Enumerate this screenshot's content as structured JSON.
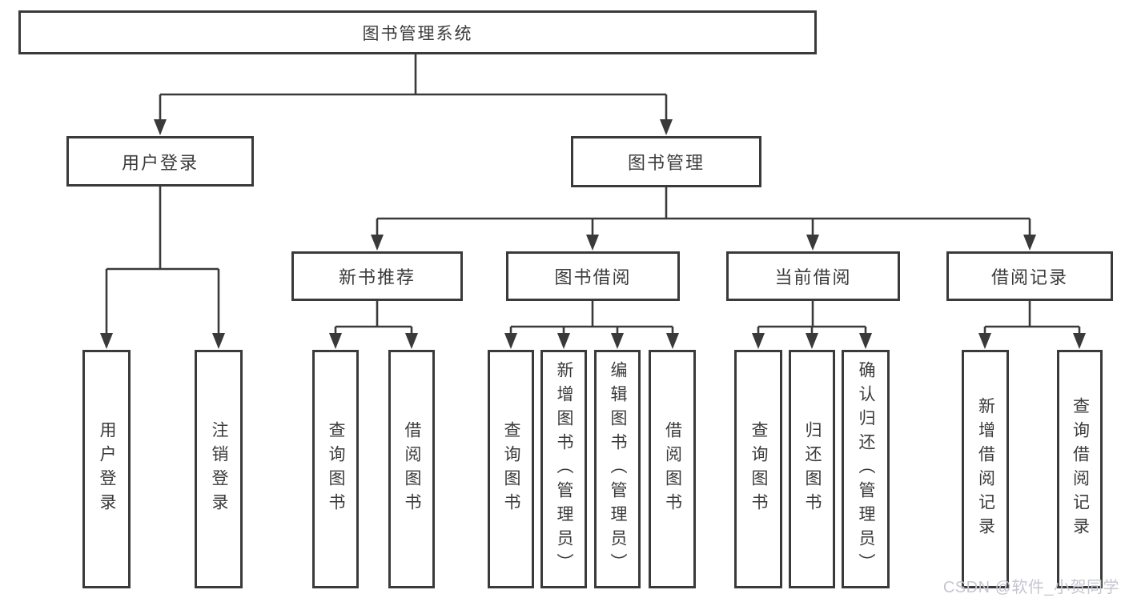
{
  "diagram_type": "functional-structure-tree",
  "tree": {
    "label": "图书管理系统",
    "children": [
      {
        "label": "用户登录",
        "children": [
          {
            "label": "用户登录"
          },
          {
            "label": "注销登录"
          }
        ]
      },
      {
        "label": "图书管理",
        "children": [
          {
            "label": "新书推荐",
            "children": [
              {
                "label": "查询图书"
              },
              {
                "label": "借阅图书"
              }
            ]
          },
          {
            "label": "图书借阅",
            "children": [
              {
                "label": "查询图书"
              },
              {
                "label": "新增图书（管理员）"
              },
              {
                "label": "编辑图书（管理员）"
              },
              {
                "label": "借阅图书"
              }
            ]
          },
          {
            "label": "当前借阅",
            "children": [
              {
                "label": "查询图书"
              },
              {
                "label": "归还图书"
              },
              {
                "label": "确认归还（管理员）"
              }
            ]
          },
          {
            "label": "借阅记录",
            "children": [
              {
                "label": "新增借阅记录"
              },
              {
                "label": "查询借阅记录"
              }
            ]
          }
        ]
      }
    ]
  },
  "watermark": "CSDN @软件_小贺同学",
  "colors": {
    "line": "#3a3a3a",
    "text": "#3b3b3b",
    "box_background": "#ffffff",
    "watermark": "#c6c6d2",
    "background": "#ffffff"
  }
}
